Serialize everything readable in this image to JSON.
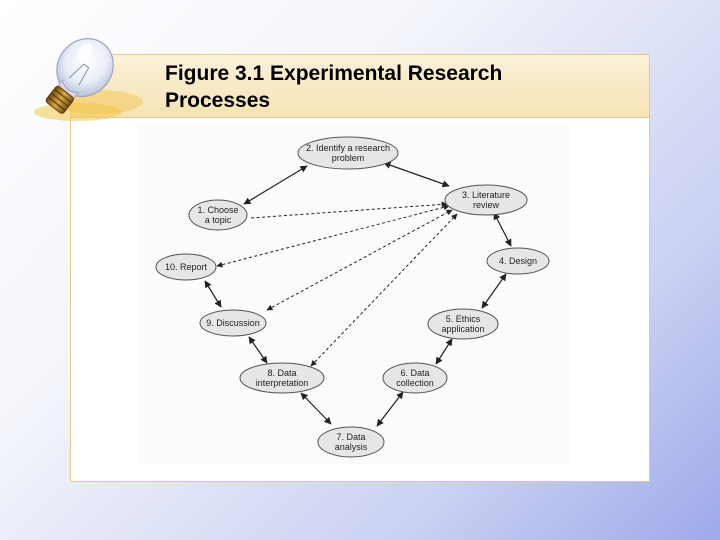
{
  "slide": {
    "title_line1": "Figure 3.1 Experimental Research",
    "title_line2": "Processes"
  },
  "diagram": {
    "nodes": [
      {
        "id": "n2",
        "line1": "2. Identify a research",
        "line2": "problem"
      },
      {
        "id": "n3",
        "line1": "3. Literature",
        "line2": "review"
      },
      {
        "id": "n1",
        "line1": "1. Choose",
        "line2": "a topic"
      },
      {
        "id": "n10",
        "line1": "10. Report",
        "line2": ""
      },
      {
        "id": "n4",
        "line1": "4. Design",
        "line2": ""
      },
      {
        "id": "n5",
        "line1": "5. Ethics",
        "line2": "application"
      },
      {
        "id": "n9",
        "line1": "9. Discussion",
        "line2": ""
      },
      {
        "id": "n8",
        "line1": "8. Data",
        "line2": "interpretation"
      },
      {
        "id": "n6",
        "line1": "6. Data",
        "line2": "collection"
      },
      {
        "id": "n7",
        "line1": "7. Data",
        "line2": "analysis"
      }
    ],
    "colors": {
      "node_fill": "#e6e6e6",
      "node_stroke": "#555555",
      "arrow": "#222222",
      "title_band": "#f6e3b5",
      "panel_border": "#e7c98e"
    }
  }
}
